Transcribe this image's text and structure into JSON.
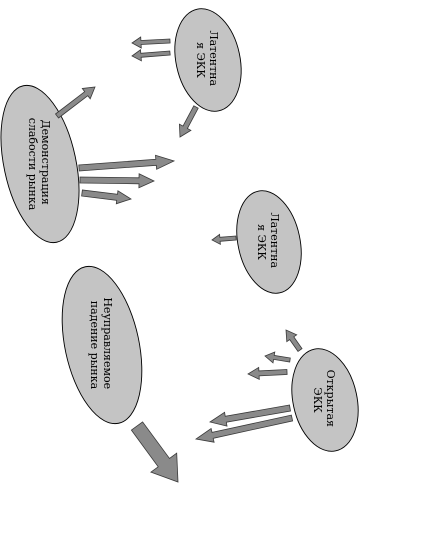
{
  "nodes": {
    "latent_top": {
      "line1": "Латентна",
      "line2": "я ЭКК"
    },
    "latent_mid": {
      "line1": "Латентна",
      "line2": "я ЭКК"
    },
    "weakness_demo": {
      "line1": "Демонстрация",
      "line2": "слабости рынка"
    },
    "uncontrolled_fall": {
      "line1": "Неуправляемое",
      "line2": "падение рынка"
    },
    "open_ekk": {
      "line1": "Открытая",
      "line2": "ЭКК"
    }
  },
  "colors": {
    "node_fill": "#c4c4c4",
    "arrow_fill": "#8a8a8a",
    "outline": "#000000"
  }
}
